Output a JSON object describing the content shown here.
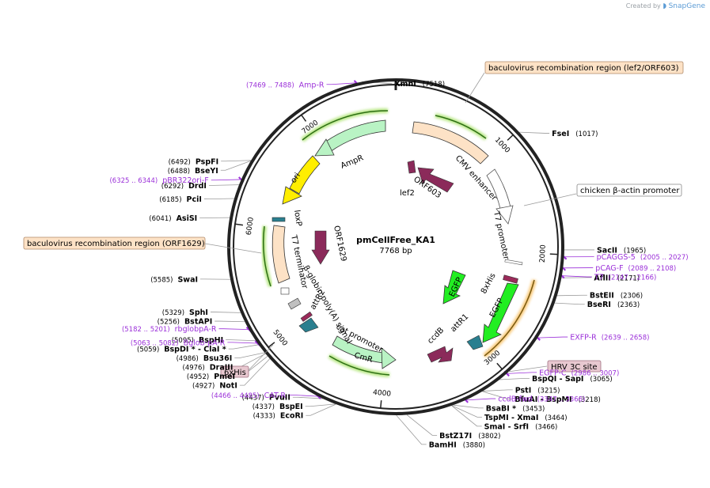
{
  "credit": {
    "prefix": "Created by",
    "brand": "SnapGene"
  },
  "plasmid": {
    "name": "pmCellFree_KA1",
    "length_label": "7768 bp",
    "length": 7768
  },
  "ticks": [
    {
      "pos": 1000,
      "label": "1000"
    },
    {
      "pos": 2000,
      "label": "2000"
    },
    {
      "pos": 3000,
      "label": "3000"
    },
    {
      "pos": 4000,
      "label": "4000"
    },
    {
      "pos": 5000,
      "label": "5000"
    },
    {
      "pos": 6000,
      "label": "6000"
    },
    {
      "pos": 7000,
      "label": "7000"
    }
  ],
  "colors": {
    "primer": "#9b30d9",
    "site": "#000000",
    "leader": "#9a9a9a",
    "backbone": "#222222"
  },
  "sites": [
    {
      "name": "XmnI",
      "pos": 7518,
      "label": "(7518)",
      "side": "R"
    },
    {
      "name": "FseI",
      "pos": 1017,
      "label": "(1017)",
      "side": "R"
    },
    {
      "name": "SacII",
      "pos": 1965,
      "label": "(1965)",
      "side": "R"
    },
    {
      "name": "AflII",
      "pos": 2171,
      "label": "(2171)",
      "side": "R"
    },
    {
      "name": "BstEII",
      "pos": 2306,
      "label": "(2306)",
      "side": "R"
    },
    {
      "name": "BseRI",
      "pos": 2363,
      "label": "(2363)",
      "side": "R"
    },
    {
      "name": "BspQI - SapI",
      "pos": 3065,
      "label": "(3065)",
      "side": "R"
    },
    {
      "name": "PstI",
      "pos": 3215,
      "label": "(3215)",
      "side": "R"
    },
    {
      "name": "BfuAI - BspMI",
      "pos": 3218,
      "label": "(3218)",
      "side": "R"
    },
    {
      "name": "BsaBI *",
      "pos": 3453,
      "label": "(3453)",
      "side": "R"
    },
    {
      "name": "TspMI - XmaI",
      "pos": 3464,
      "label": "(3464)",
      "side": "R"
    },
    {
      "name": "SmaI - SrfI",
      "pos": 3466,
      "label": "(3466)",
      "side": "R"
    },
    {
      "name": "BstZ17I",
      "pos": 3802,
      "label": "(3802)",
      "side": "R"
    },
    {
      "name": "BamHI",
      "pos": 3880,
      "label": "(3880)",
      "side": "R"
    },
    {
      "name": "EcoRI",
      "pos": 4333,
      "label": "(4333)",
      "side": "L"
    },
    {
      "name": "BspEI",
      "pos": 4337,
      "label": "(4337)",
      "side": "L"
    },
    {
      "name": "PvuII",
      "pos": 4437,
      "label": "(4437)",
      "side": "L"
    },
    {
      "name": "NotI",
      "pos": 4927,
      "label": "(4927)",
      "side": "L"
    },
    {
      "name": "PmeI",
      "pos": 4952,
      "label": "(4952)",
      "side": "L"
    },
    {
      "name": "DraIII",
      "pos": 4976,
      "label": "(4976)",
      "side": "L"
    },
    {
      "name": "Bsu36I",
      "pos": 4986,
      "label": "(4986)",
      "side": "L"
    },
    {
      "name": "BspDI * - ClaI *",
      "pos": 5059,
      "label": "(5059)",
      "side": "L"
    },
    {
      "name": "BspHI",
      "pos": 5095,
      "label": "(5095)",
      "side": "L"
    },
    {
      "name": "BstAPI",
      "pos": 5256,
      "label": "(5256)",
      "side": "L"
    },
    {
      "name": "SphI",
      "pos": 5329,
      "label": "(5329)",
      "side": "L"
    },
    {
      "name": "SwaI",
      "pos": 5585,
      "label": "(5585)",
      "side": "L"
    },
    {
      "name": "AsiSI",
      "pos": 6041,
      "label": "(6041)",
      "side": "L"
    },
    {
      "name": "PciI",
      "pos": 6185,
      "label": "(6185)",
      "side": "L"
    },
    {
      "name": "DrdI",
      "pos": 6292,
      "label": "(6292)",
      "side": "L"
    },
    {
      "name": "BseYI",
      "pos": 6488,
      "label": "(6488)",
      "side": "L"
    },
    {
      "name": "PspFI",
      "pos": 6492,
      "label": "(6492)",
      "side": "L"
    }
  ],
  "primers": [
    {
      "name": "Amp-R",
      "range": "(7469 .. 7488)",
      "pos": 7478,
      "side": "L"
    },
    {
      "name": "pBR322ori-F",
      "range": "(6325 .. 6344)",
      "pos": 6334,
      "side": "L"
    },
    {
      "name": "rbglobpA-R",
      "range": "(5182 .. 5201)",
      "pos": 5191,
      "side": "L"
    },
    {
      "name": "Bglob-pA-R",
      "range": "(5063 .. 5082)",
      "pos": 5072,
      "side": "L"
    },
    {
      "name": "CAT-R",
      "range": "(4466 .. 4485)",
      "pos": 4475,
      "side": "L"
    },
    {
      "name": "pCAGGS-5",
      "range": "(2005 .. 2027)",
      "pos": 2016,
      "side": "R"
    },
    {
      "name": "pCAG-F",
      "range": "(2089 .. 2108)",
      "pos": 2098,
      "side": "R"
    },
    {
      "name": "T7",
      "range": "(2147 .. 2166)",
      "pos": 2156,
      "side": "R"
    },
    {
      "name": "EXFP-R",
      "range": "(2639 .. 2658)",
      "pos": 2648,
      "side": "R"
    },
    {
      "name": "EGFP-C",
      "range": "(2986 .. 3007)",
      "pos": 2996,
      "side": "R"
    },
    {
      "name": "ccdB-fwd",
      "range": "(3347 .. 3366)",
      "pos": 3356,
      "side": "R"
    }
  ],
  "boxed_features": [
    {
      "name": "baculovirus recombination region (lef2/ORF603)",
      "style": "peach"
    },
    {
      "name": "chicken β-actin promoter",
      "style": "white"
    },
    {
      "name": "baculovirus recombination region (ORF1629)",
      "style": "peach"
    },
    {
      "name": "6xHis",
      "style": "pink"
    },
    {
      "name": "HRV 3C site",
      "style": "pink"
    }
  ],
  "inner_labels": {
    "ampr": "AmpR",
    "ori": "ori",
    "lef2": "lef2",
    "orf603": "ORF603",
    "cmv": "CMV enhancer",
    "t7promoter": "T7 promoter",
    "his8": "8xHis",
    "egfp1": "EGFP",
    "egfp2": "EGFP",
    "ccdb": "ccdB",
    "attr1": "attR1",
    "attr2": "attR2",
    "catpromoter": "cat promoter",
    "cmr": "CmR",
    "bglobin": "β-globin poly(A) signal",
    "t7term": "T7 terminator",
    "loxp": "loxP",
    "orf1629": "ORF1629"
  }
}
